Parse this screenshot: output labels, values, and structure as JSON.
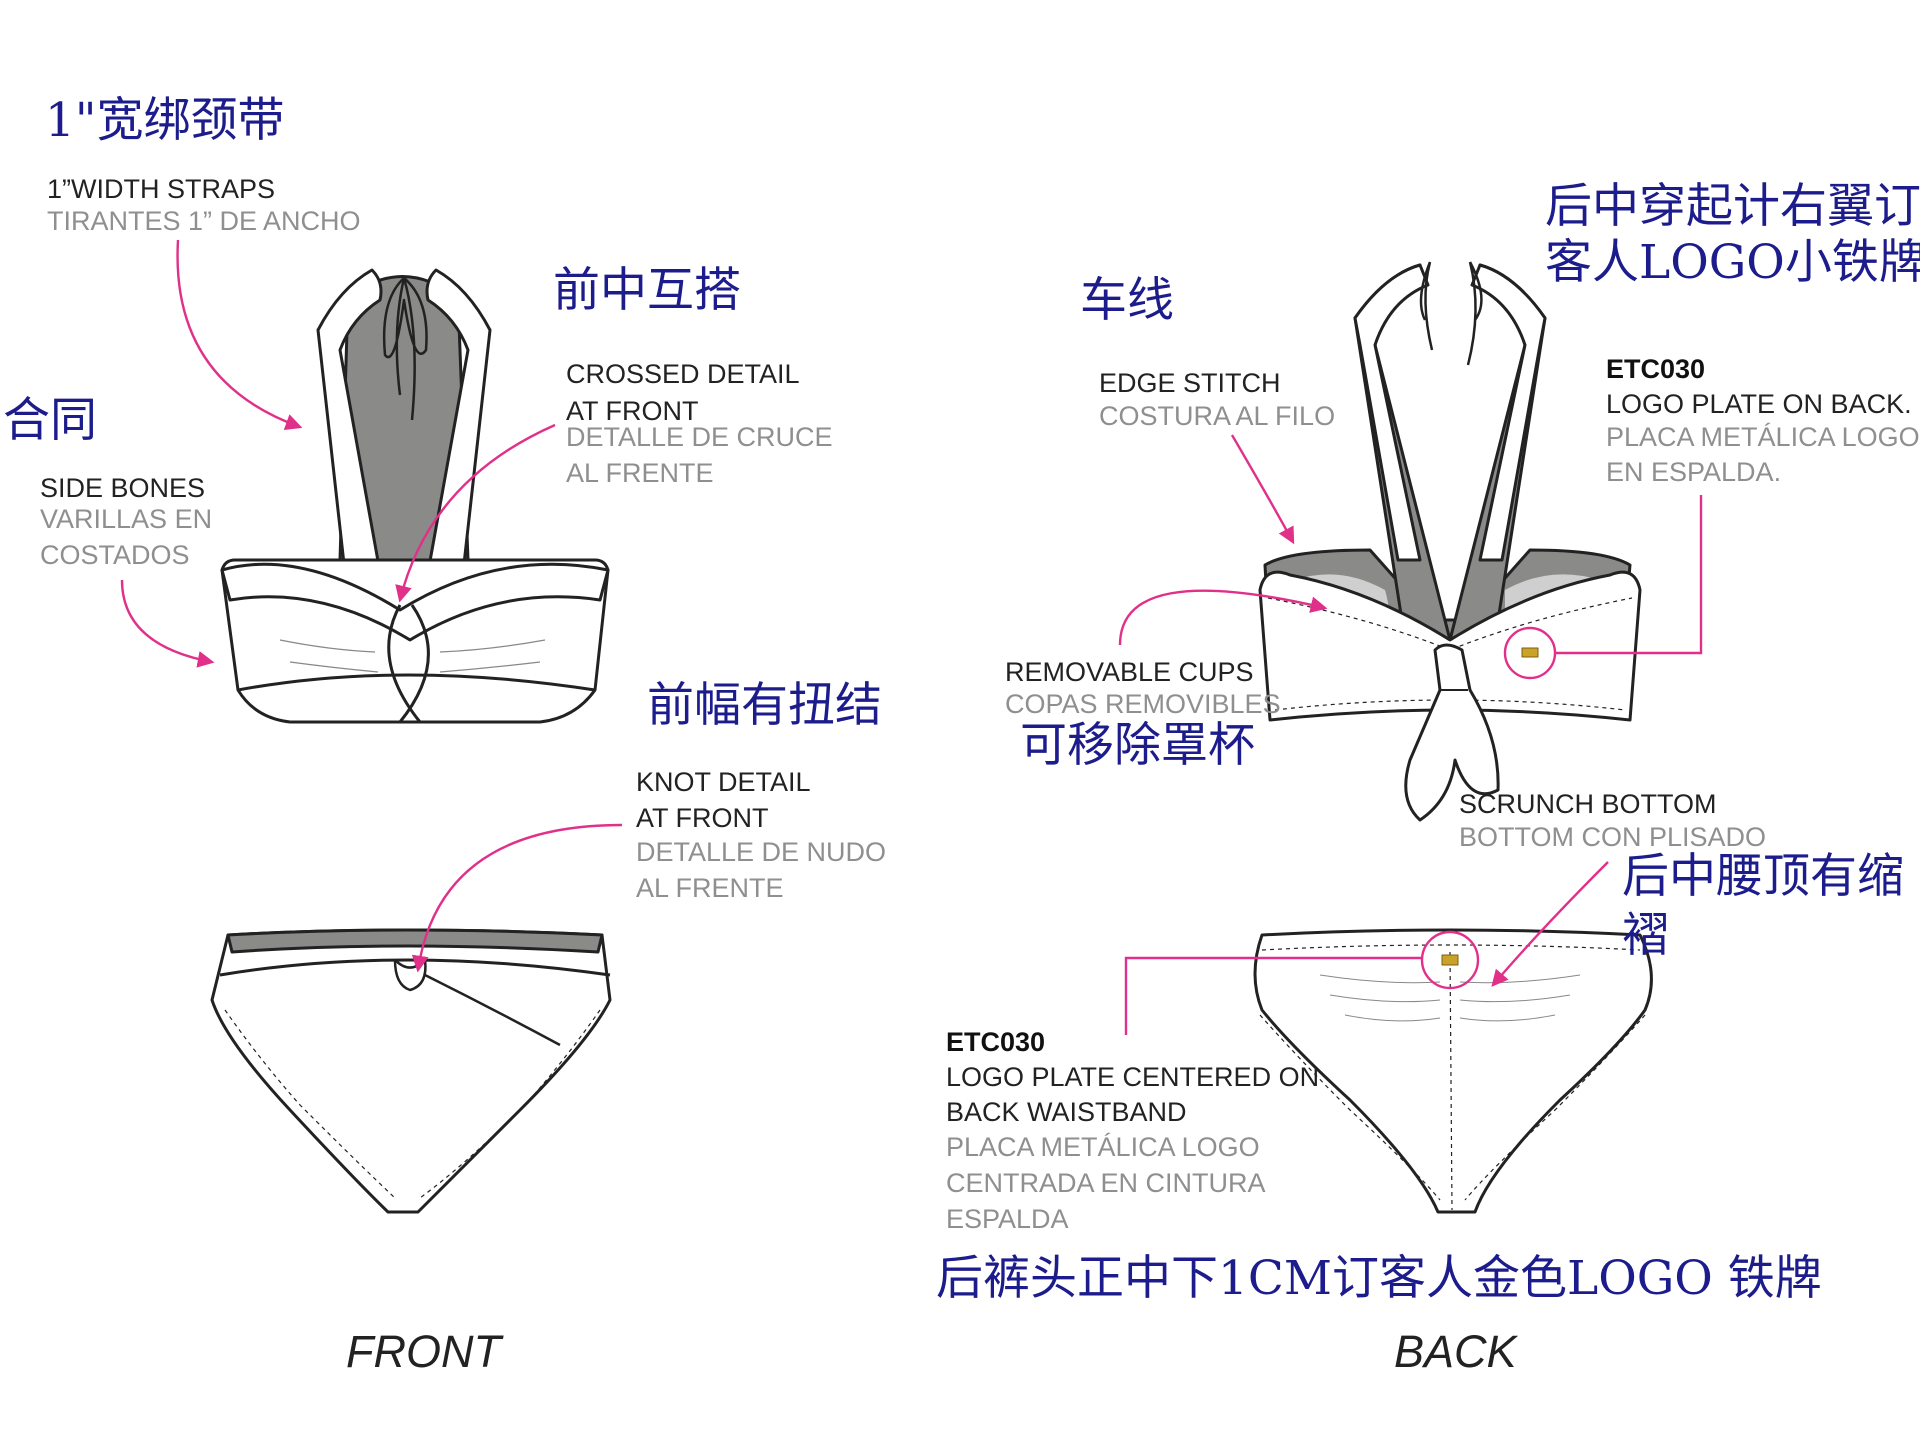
{
  "annotations_cn": {
    "straps": "1\"宽绑颈带",
    "contract": "合同",
    "crossed": "前中互搭",
    "knot": "前幅有扭结",
    "stitch": "车线",
    "logo_back_line1": "后中穿起计右翼订",
    "logo_back_line2": "客人LOGO小铁牌",
    "cups": "可移除罩杯",
    "scrunch_line1": "后中腰顶有缩",
    "scrunch_line2": "褶",
    "waist_logo": "后裤头正中下1CM订客人金色LOGO 铁牌"
  },
  "labels": {
    "straps": {
      "en": "1”WIDTH STRAPS",
      "es": "TIRANTES 1” DE ANCHO"
    },
    "bones": {
      "en": "SIDE BONES",
      "es1": "VARILLAS EN",
      "es2": "COSTADOS"
    },
    "crossed": {
      "en1": "CROSSED DETAIL",
      "en2": "AT FRONT",
      "es1": "DETALLE DE CRUCE",
      "es2": "AL FRENTE"
    },
    "knot": {
      "en1": "KNOT DETAIL",
      "en2": "AT FRONT",
      "es1": "DETALLE DE NUDO",
      "es2": "AL FRENTE"
    },
    "stitch": {
      "en": "EDGE STITCH",
      "es": "COSTURA AL FILO"
    },
    "logo_back": {
      "code": "ETC030",
      "en": "LOGO PLATE ON BACK.",
      "es1": "PLACA METÁLICA LOGO",
      "es2": "EN ESPALDA."
    },
    "cups": {
      "en": "REMOVABLE CUPS",
      "es": "COPAS REMOVIBLES"
    },
    "scrunch": {
      "en": "SCRUNCH BOTTOM",
      "es": "BOTTOM CON PLISADO"
    },
    "logo_waist": {
      "code": "ETC030",
      "en1": "LOGO PLATE CENTERED ON",
      "en2": "BACK WAISTBAND",
      "es1": "PLACA METÁLICA LOGO",
      "es2": "CENTRADA EN CINTURA",
      "es3": "ESPALDA"
    }
  },
  "views": {
    "front": "FRONT",
    "back": "BACK"
  },
  "colors": {
    "cn_text": "#1c1c8c",
    "pointer": "#e0308a",
    "lining": "#8a8a88",
    "outline": "#222222",
    "gold": "#c9a227"
  }
}
